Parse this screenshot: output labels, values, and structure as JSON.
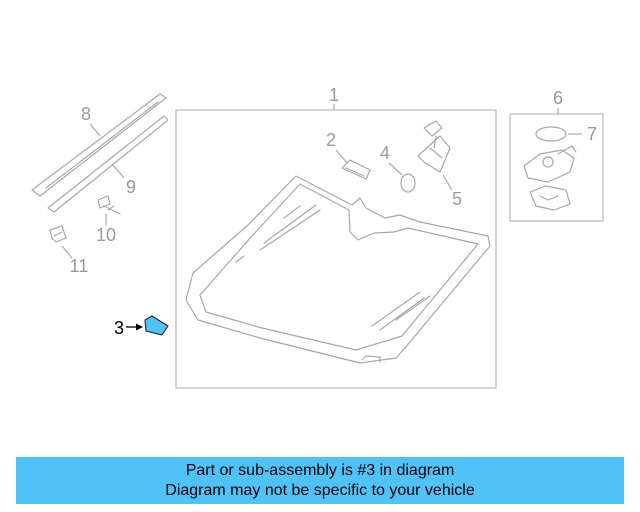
{
  "colors": {
    "banner_bg": "#4fc3f7",
    "highlight_part": "#4fc3f7",
    "line": "#a8a8a8",
    "callout_text": "#9a9a9a"
  },
  "callouts": {
    "c1": "1",
    "c2": "2",
    "c3": "3",
    "c4": "4",
    "c5": "5",
    "c6": "6",
    "c7": "7",
    "c8": "8",
    "c9": "9",
    "c10": "10",
    "c11": "11"
  },
  "highlighted_callout": "3",
  "banner": {
    "line1": "Part or sub-assembly is #3 in diagram",
    "line2": "Diagram may not be specific to your vehicle"
  }
}
